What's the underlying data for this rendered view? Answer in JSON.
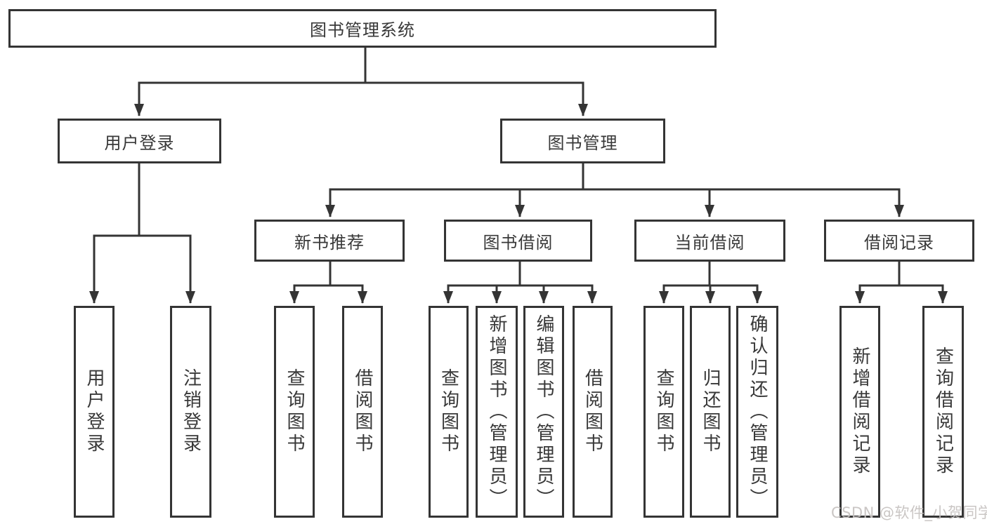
{
  "diagram": {
    "nodes": {
      "root": "图书管理系统",
      "user_login": "用户登录",
      "book_mgmt": "图书管理",
      "new_book_rec": "新书推荐",
      "book_borrow": "图书借阅",
      "current_borrow": "当前借阅",
      "borrow_record": "借阅记录",
      "user_login_leaf": "用户登录",
      "logout_leaf": "注销登录",
      "nbr_query_books": "查询图书",
      "nbr_borrow_books": "借阅图书",
      "bb_query_books": "查询图书",
      "bb_add_books_admin": "新增图书（管理员）",
      "bb_edit_books_admin": "编辑图书（管理员）",
      "bb_borrow_books": "借阅图书",
      "cb_query_books": "查询图书",
      "cb_return_books": "归还图书",
      "cb_confirm_return_admin": "确认归还（管理员）",
      "br_add_record": "新增借阅记录",
      "br_query_record": "查询借阅记录"
    },
    "watermark": "CSDN @软件_小贺同学",
    "colors": {
      "line": "#343434",
      "text": "#383838",
      "watermark": "#c6c2c0",
      "background": "#ffffff"
    }
  }
}
